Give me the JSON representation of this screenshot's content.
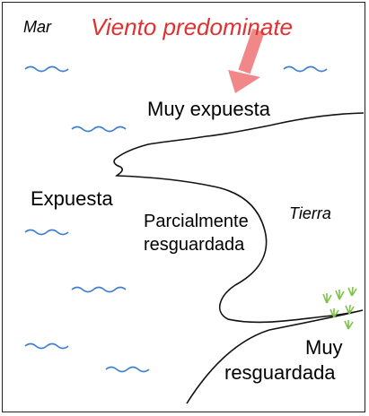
{
  "diagram": {
    "labels": {
      "sea": "Mar",
      "wind": "Viento predominate",
      "very_exposed": "Muy expuesta",
      "exposed": "Expuesta",
      "land": "Tierra",
      "partial_line1": "Parcialmente",
      "partial_line2": "resguardada",
      "very_sheltered_line1": "Muy",
      "very_sheltered_line2": "resguardada"
    },
    "colors": {
      "wind_text": "#e0302f",
      "wind_arrow": "#f2878a",
      "waves": "#3f7fd0",
      "coast": "#111111",
      "grass": "#7cc24a"
    },
    "icons": {
      "wind_arrow": "arrow-down-left",
      "waves": "wave-lines",
      "grass": "grass-tufts"
    }
  }
}
